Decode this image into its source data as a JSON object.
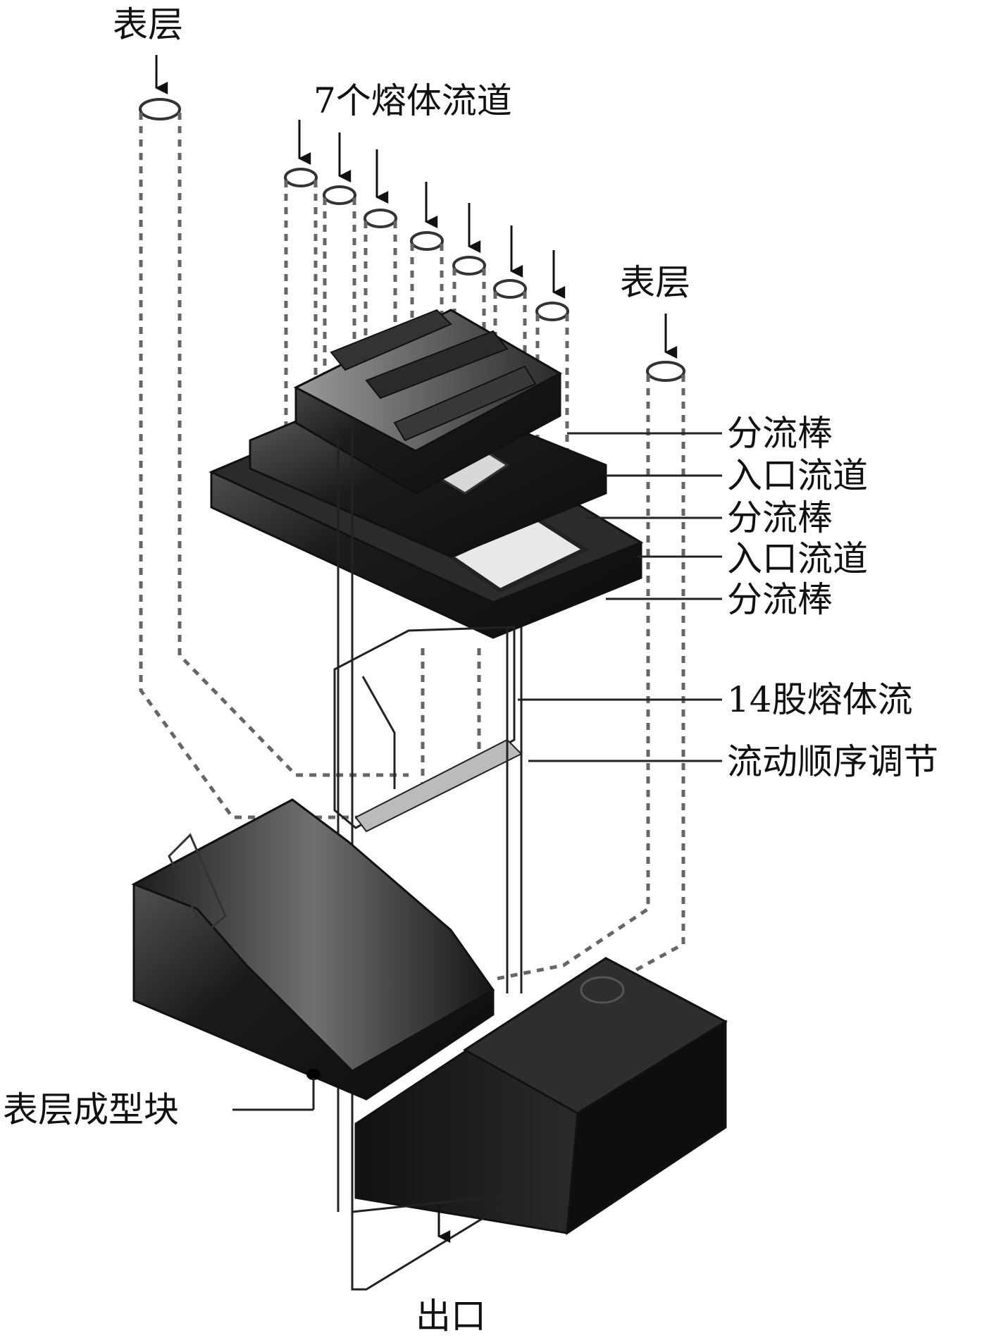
{
  "labels": {
    "skin_top_left": "表层",
    "melt_channels": "7个熔体流道",
    "skin_top_right": "表层",
    "splitter_1": "分流棒",
    "inlet_1": "入口流道",
    "splitter_2": "分流棒",
    "inlet_2": "入口流道",
    "splitter_3": "分流棒",
    "melt_streams": "14股熔体流",
    "flow_sequence": "流动顺序调节",
    "skin_forming_block": "表层成型块",
    "outlet": "出口"
  },
  "colors": {
    "block_dark": "#1a1a1a",
    "block_mid": "#555555",
    "dashed_channel": "#666666",
    "text": "#111111",
    "background": "#ffffff"
  }
}
